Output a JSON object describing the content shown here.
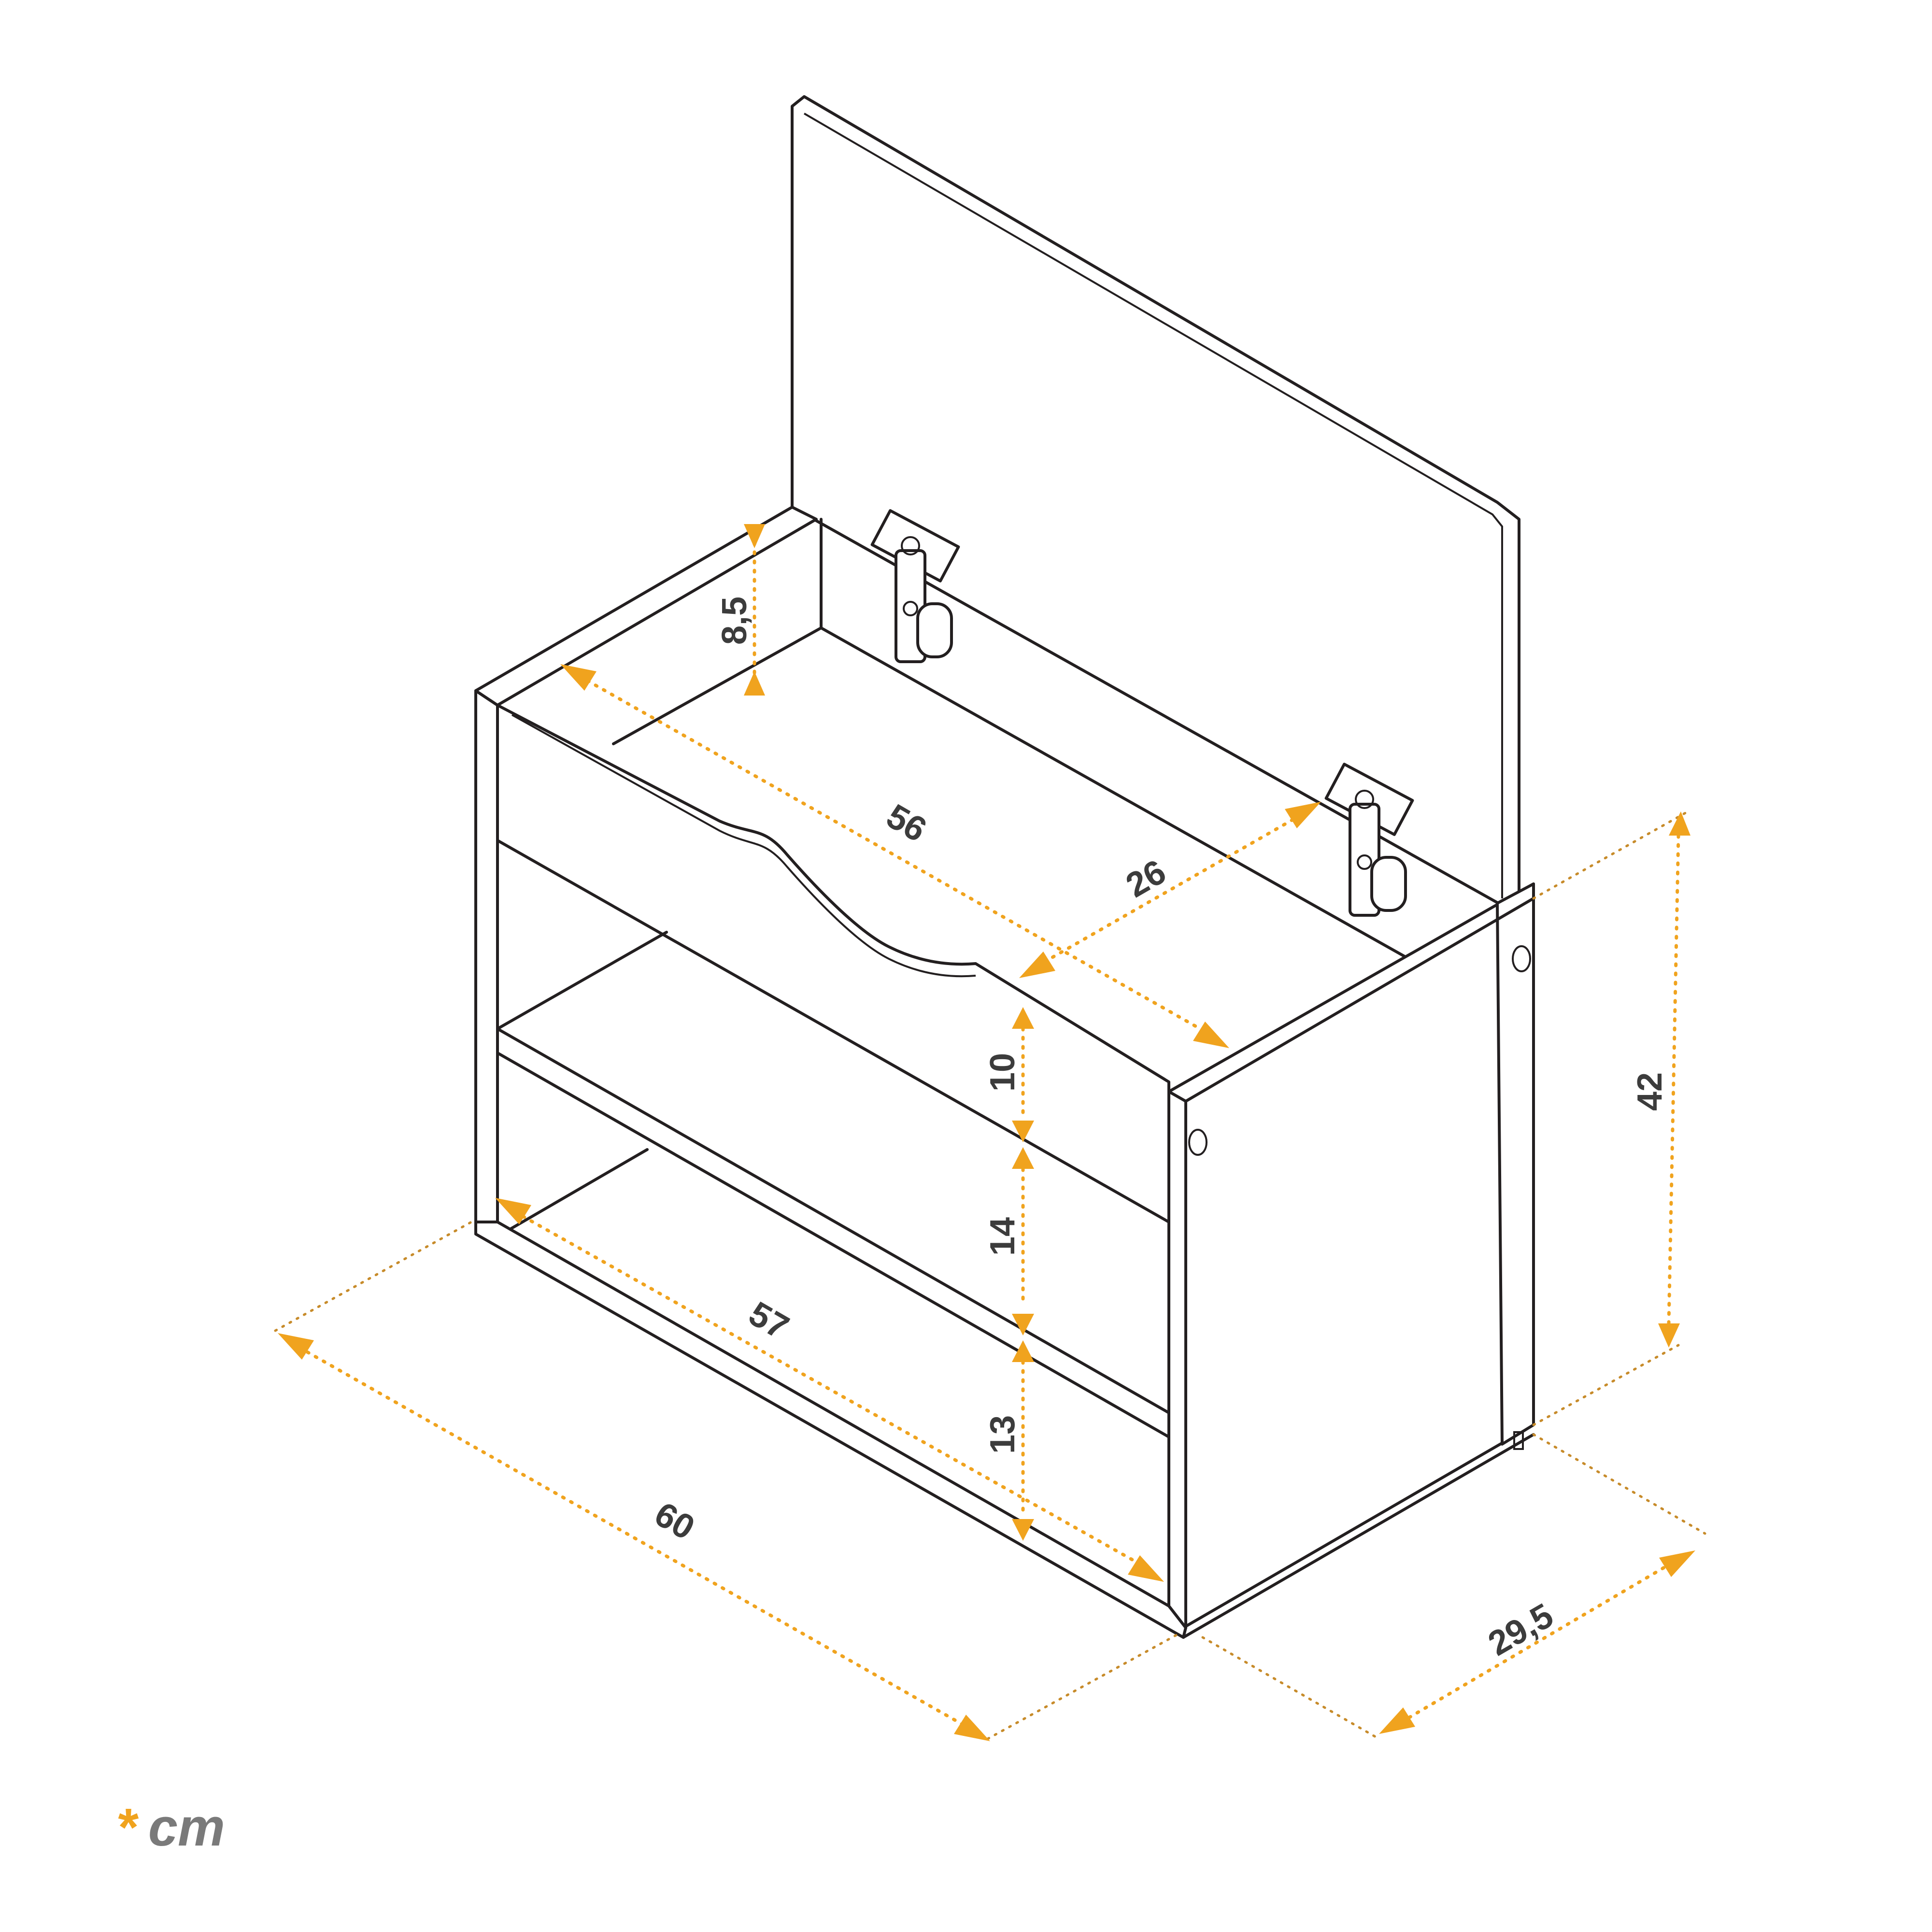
{
  "dimensions": {
    "lid_thickness": "8,5",
    "inner_width_top": "56",
    "inner_depth": "26",
    "top_compartment": "10",
    "middle_compartment": "14",
    "bottom_compartment": "13",
    "shelf_width": "57",
    "total_width": "60",
    "total_depth": "29,5",
    "total_height": "42"
  },
  "unit": {
    "symbol": "*",
    "label": "cm"
  },
  "colors": {
    "dimension": "#f0a31e",
    "outline": "#231f20",
    "unit_text": "#7a7a7a"
  }
}
